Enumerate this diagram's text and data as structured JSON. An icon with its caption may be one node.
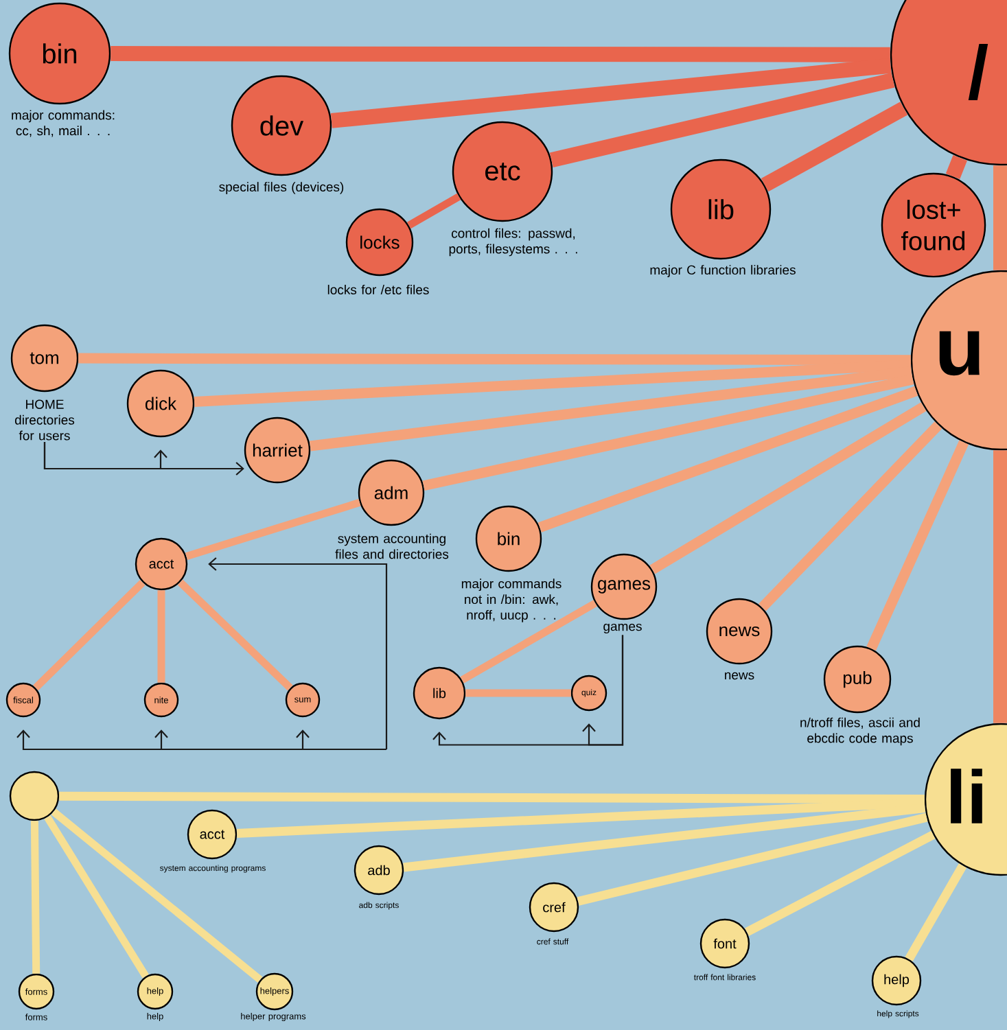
{
  "diagram": {
    "nodes": [
      {
        "text": [
          "/"
        ]
      },
      {
        "text": [
          "bin"
        ],
        "beside": [
          "major commands: cc, sh, mail . . ."
        ]
      },
      {
        "text": [
          "dev"
        ],
        "beside": [
          "special files (devices)"
        ]
      },
      {
        "text": [
          "etc"
        ],
        "beside": [
          "control files: passwd, ports, filesystems . . ."
        ]
      },
      {
        "text": [
          "locks"
        ],
        "beside": [
          "locks for /etc files"
        ]
      },
      {
        "text": [
          "lib"
        ],
        "beside": [
          "major C function libraries"
        ]
      },
      {
        "text": [
          "lost+ found"
        ]
      },
      {
        "text": [
          "u"
        ]
      },
      {
        "text": [
          "tom"
        ]
      },
      {
        "text": [
          "HOME directories for users"
        ]
      },
      {
        "text": [
          "dick"
        ]
      },
      {
        "text": [
          "harriet"
        ]
      },
      {
        "text": [
          "adm"
        ],
        "beside": [
          "system accounting files and directories"
        ]
      },
      {
        "text": [
          "acct"
        ]
      },
      {
        "text": [
          "fiscal"
        ]
      },
      {
        "text": [
          "nite"
        ]
      },
      {
        "text": [
          "sum"
        ]
      },
      {
        "text": [
          "bin"
        ],
        "beside": [
          "major commands not in /bin: awk, nroff, uucp . . ."
        ]
      },
      {
        "text": [
          "games"
        ]
      },
      {
        "text": [
          "games"
        ]
      },
      {
        "text": [
          "lib"
        ]
      },
      {
        "text": [
          "quiz"
        ]
      },
      {
        "text": [
          "news"
        ],
        "beside": [
          "news"
        ]
      },
      {
        "text": [
          "pub"
        ],
        "beside": [
          "n/troff files, ascii and ebcdic code maps"
        ]
      },
      {
        "text": [
          "li"
        ]
      },
      {
        "text": [],
        "shape": "circle"
      },
      {
        "text": [
          "forms"
        ],
        "beside": [
          "forms"
        ]
      },
      {
        "text": [
          "help"
        ],
        "beside": [
          "help"
        ]
      },
      {
        "text": [
          "helpers"
        ],
        "beside": [
          "helper programs"
        ]
      },
      {
        "text": [
          "acct"
        ],
        "beside": [
          "system accounting programs"
        ]
      },
      {
        "text": [
          "adb"
        ],
        "beside": [
          "adb scripts"
        ]
      },
      {
        "text": [
          "cref"
        ],
        "beside": [
          "cref stuff"
        ]
      },
      {
        "text": [
          "font"
        ],
        "beside": [
          "troff font libraries"
        ]
      },
      {
        "text": [
          "help"
        ],
        "beside": [
          "help scripts"
        ]
      }
    ],
    "edges": [
      {
        "from": 0,
        "to": 1,
        "arrow": "none",
        "color": "#e9654d"
      },
      {
        "from": 0,
        "to": 2,
        "arrow": "none",
        "color": "#e9654d"
      },
      {
        "from": 0,
        "to": 3,
        "arrow": "none",
        "color": "#e9654d"
      },
      {
        "from": 3,
        "to": 4,
        "arrow": "none",
        "color": "#e9654d"
      },
      {
        "from": 0,
        "to": 5,
        "arrow": "none",
        "color": "#e9654d"
      },
      {
        "from": 0,
        "to": 6,
        "arrow": "none",
        "color": "#e9654d"
      },
      {
        "from": 0,
        "to": 7,
        "arrow": "none",
        "color": "#ee8560"
      },
      {
        "from": 7,
        "to": 24,
        "arrow": "none",
        "color": "#ee8560"
      },
      {
        "from": 7,
        "to": 8,
        "arrow": "none"
      },
      {
        "from": 7,
        "to": 10,
        "arrow": "none"
      },
      {
        "from": 7,
        "to": 11,
        "arrow": "none"
      },
      {
        "from": 7,
        "to": 12,
        "arrow": "none"
      },
      {
        "from": 12,
        "to": 13,
        "arrow": "none"
      },
      {
        "from": 13,
        "to": 14,
        "arrow": "none"
      },
      {
        "from": 13,
        "to": 15,
        "arrow": "none"
      },
      {
        "from": 13,
        "to": 16,
        "arrow": "none"
      },
      {
        "from": 7,
        "to": 17,
        "arrow": "none"
      },
      {
        "from": 7,
        "to": 18,
        "arrow": "none"
      },
      {
        "from": 18,
        "to": 20,
        "arrow": "none"
      },
      {
        "from": 20,
        "to": 21,
        "arrow": "none"
      },
      {
        "from": 7,
        "to": 22,
        "arrow": "none"
      },
      {
        "from": 7,
        "to": 23,
        "arrow": "none"
      },
      {
        "from": 24,
        "to": 25,
        "arrow": "none",
        "color": "#f7df92"
      },
      {
        "from": 25,
        "to": 26,
        "arrow": "none",
        "color": "#f7df92"
      },
      {
        "from": 25,
        "to": 27,
        "arrow": "none",
        "color": "#f7df92"
      },
      {
        "from": 25,
        "to": 28,
        "arrow": "none",
        "color": "#f7df92"
      },
      {
        "from": 24,
        "to": 29,
        "arrow": "none",
        "color": "#f7df92"
      },
      {
        "from": 24,
        "to": 30,
        "arrow": "none",
        "color": "#f7df92"
      },
      {
        "from": 24,
        "to": 31,
        "arrow": "none",
        "color": "#f7df92"
      },
      {
        "from": 24,
        "to": 32,
        "arrow": "none",
        "color": "#f7df92"
      },
      {
        "from": 24,
        "to": 33,
        "arrow": "none",
        "color": "#f7df92"
      },
      {
        "from": 9,
        "to": 10,
        "arrow": "to",
        "color": "#1a1a1a"
      },
      {
        "from": 9,
        "to": 11,
        "arrow": "to",
        "color": "#1a1a1a"
      },
      {
        "from": null,
        "to": 13,
        "arrow": "to",
        "color": "#1a1a1a"
      },
      {
        "from": null,
        "to": 14,
        "arrow": "to",
        "color": "#1a1a1a"
      },
      {
        "from": null,
        "to": 15,
        "arrow": "to",
        "color": "#1a1a1a"
      },
      {
        "from": null,
        "to": 16,
        "arrow": "to",
        "color": "#1a1a1a"
      },
      {
        "from": 19,
        "to": 20,
        "arrow": "to",
        "color": "#1a1a1a"
      },
      {
        "from": 19,
        "to": 21,
        "arrow": "to",
        "color": "#1a1a1a"
      }
    ]
  }
}
